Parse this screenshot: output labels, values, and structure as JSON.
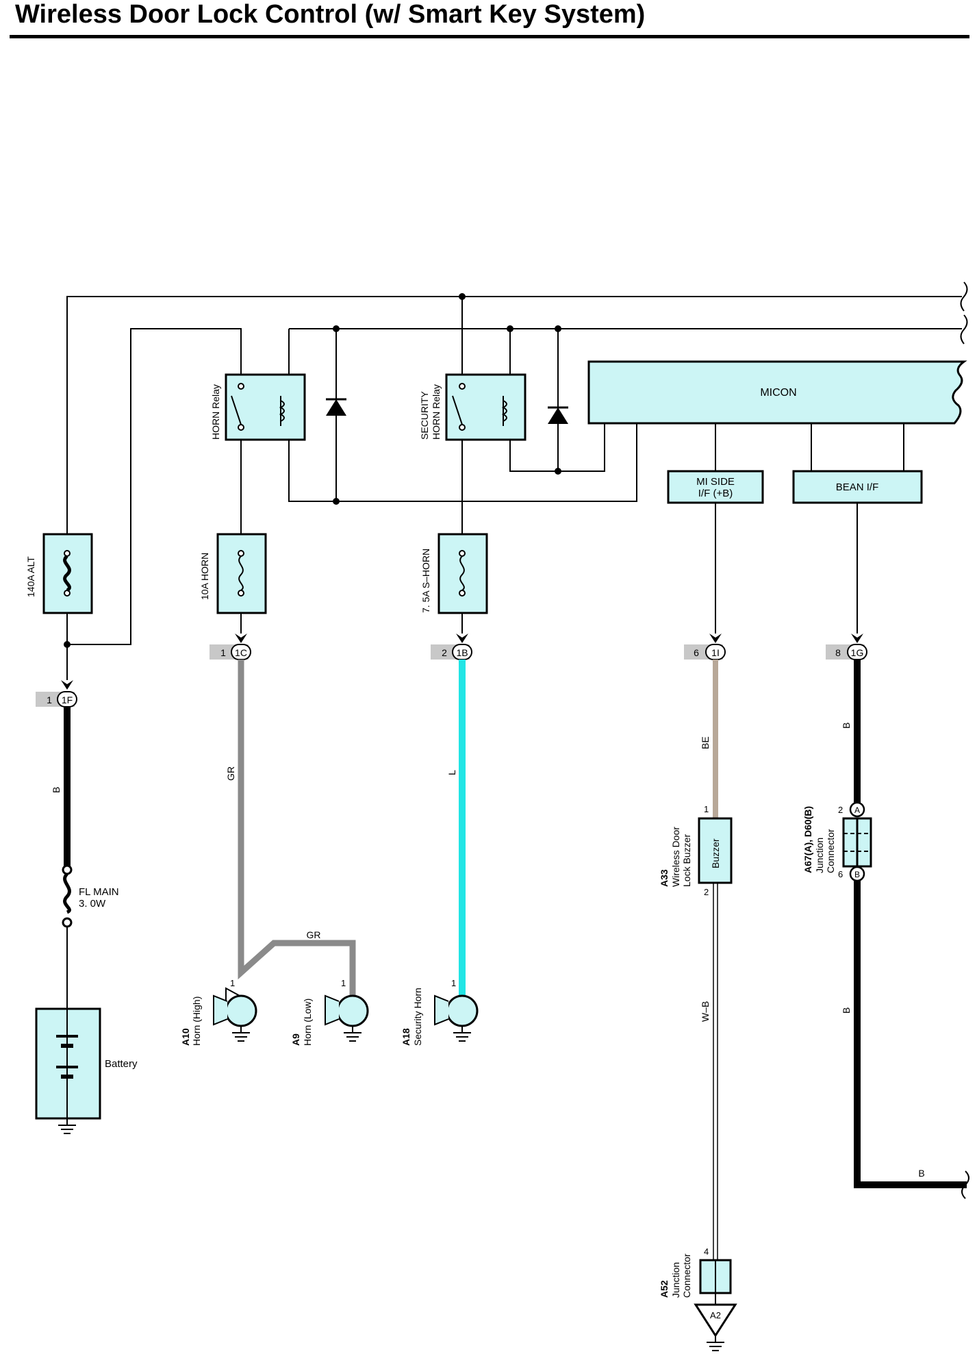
{
  "title": "Wireless Door Lock Control (w/ Smart Key System)",
  "colors": {
    "component_fill": "#ccf5f5",
    "wire_B": "#000000",
    "wire_GR": "#8a8a8a",
    "wire_L": "#22e5e5",
    "wire_BE": "#b8a898",
    "connector_label_bg": "#c8c8c8"
  },
  "fuses": {
    "alt": "140A ALT",
    "horn": "10A HORN",
    "s_horn": "7. 5A S–HORN",
    "fl_main_1": "FL MAIN",
    "fl_main_2": "3. 0W"
  },
  "relays": {
    "horn": "HORN Relay",
    "security_1": "SECURITY",
    "security_2": "HORN Relay"
  },
  "micon": {
    "label": "MICON",
    "mi_side_1": "MI SIDE",
    "mi_side_2": "I/F (+B)",
    "bean": "BEAN I/F"
  },
  "connectors": {
    "c1f": {
      "pin": "1",
      "id": "1F"
    },
    "c1c": {
      "pin": "1",
      "id": "1C"
    },
    "c1b": {
      "pin": "2",
      "id": "1B"
    },
    "c1i": {
      "pin": "6",
      "id": "1I"
    },
    "c1g": {
      "pin": "8",
      "id": "1G"
    }
  },
  "wires": {
    "b_main": "B",
    "gr_1": "GR",
    "gr_2": "GR",
    "l": "L",
    "be": "BE",
    "wb": "W–B",
    "b_bean_1": "B",
    "b_bean_2": "B",
    "b_bean_3": "B"
  },
  "components": {
    "battery": "Battery",
    "a10_code": "A10",
    "a10_name": "Horn (High)",
    "a9_code": "A9",
    "a9_name": "Horn (Low)",
    "a18_code": "A18",
    "a18_name": "Security Horn",
    "a33_code": "A33",
    "a33_name_1": "Wireless Door",
    "a33_name_2": "Lock Buzzer",
    "buzzer": "Buzzer",
    "a67_code": "A67(A), D60(B)",
    "a67_name_1": "Junction",
    "a67_name_2": "Connector",
    "a52_code": "A52",
    "a52_name_1": "Junction",
    "a52_name_2": "Connector",
    "a2": "A2"
  },
  "pins": {
    "a10": "1",
    "a9": "1",
    "a18": "1",
    "buzzer_in": "1",
    "buzzer_out": "2",
    "jc_in": "2",
    "jc_in_letter": "A",
    "jc_out": "6",
    "jc_out_letter": "B",
    "a52_in": "4"
  }
}
